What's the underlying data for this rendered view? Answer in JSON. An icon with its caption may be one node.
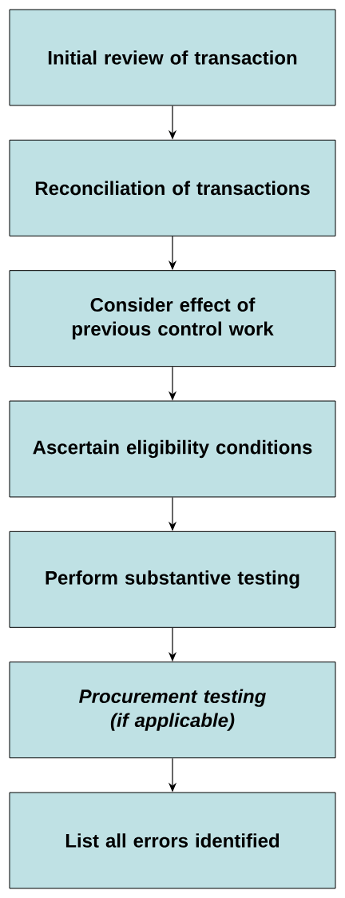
{
  "diagram": {
    "nodes": [
      {
        "text": [
          "Initial review of transaction"
        ]
      },
      {
        "text": [
          "Reconciliation of transactions"
        ]
      },
      {
        "text": [
          "Consider effect of previous control work"
        ]
      },
      {
        "text": [
          "Ascertain eligibility conditions"
        ]
      },
      {
        "text": [
          "Perform substantive testing"
        ]
      },
      {
        "text": [
          "Procurement testing (if applicable)"
        ]
      },
      {
        "text": [
          "List all errors identified"
        ]
      }
    ],
    "edges": [
      {
        "from": 0,
        "to": 1,
        "arrow": "to"
      },
      {
        "from": 1,
        "to": 2,
        "arrow": "to"
      },
      {
        "from": 2,
        "to": 3,
        "arrow": "to"
      },
      {
        "from": 3,
        "to": 4,
        "arrow": "to"
      },
      {
        "from": 4,
        "to": 5,
        "arrow": "to"
      },
      {
        "from": 5,
        "to": 6,
        "arrow": "to"
      }
    ]
  }
}
